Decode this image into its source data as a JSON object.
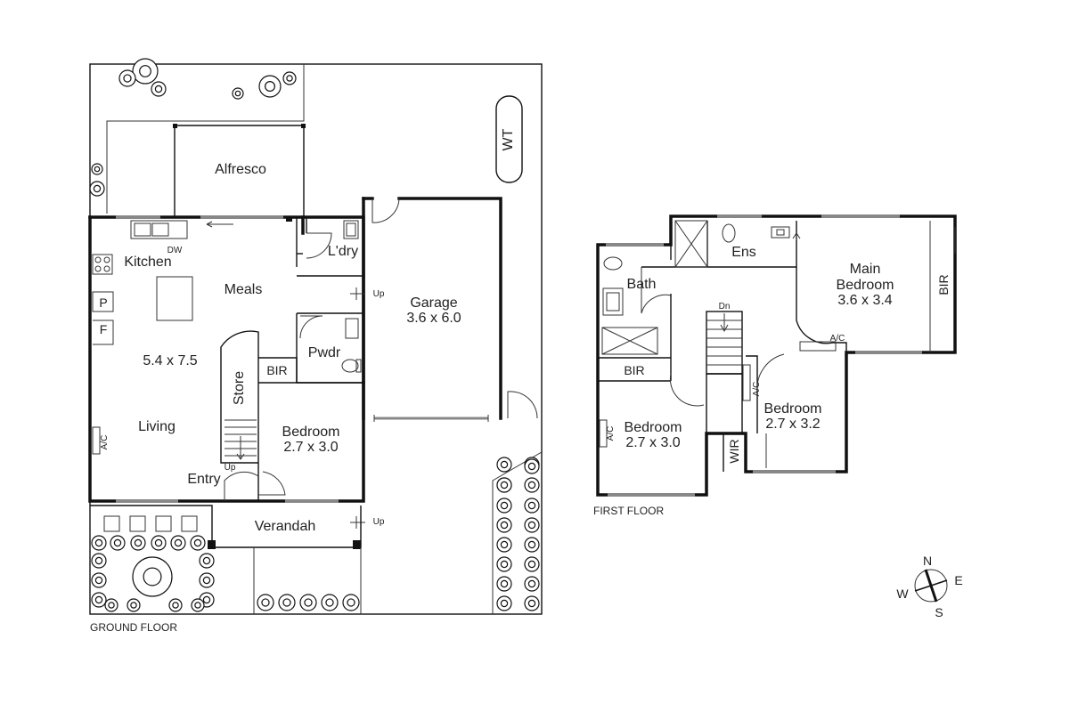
{
  "ground_floor": {
    "caption": "GROUND FLOOR",
    "rooms": {
      "alfresco": "Alfresco",
      "kitchen": "Kitchen",
      "dw": "DW",
      "meals": "Meals",
      "pantry": "P",
      "fridge": "F",
      "living_dim": "5.4 x 7.5",
      "living": "Living",
      "ac": "A/C",
      "store": "Store",
      "bir": "BIR",
      "entry": "Entry",
      "up_stair": "Up",
      "laundry": "L'dry",
      "powder": "Pwdr",
      "garage": "Garage",
      "garage_dim": "3.6 x 6.0",
      "up_garage": "Up",
      "bedroom": "Bedroom",
      "bedroom_dim": "2.7 x 3.0",
      "verandah": "Verandah",
      "up_verandah": "Up",
      "water_tank": "WT"
    }
  },
  "first_floor": {
    "caption": "FIRST FLOOR",
    "rooms": {
      "bath": "Bath",
      "ens": "Ens",
      "dn": "Dn",
      "main_bedroom_1": "Main",
      "main_bedroom_2": "Bedroom",
      "main_bedroom_dim": "3.6 x 3.4",
      "bir_main": "BIR",
      "ac_main": "A/C",
      "bir": "BIR",
      "bedroom_w": "Bedroom",
      "bedroom_w_dim": "2.7 x 3.0",
      "ac_w": "A/C",
      "bedroom_e": "Bedroom",
      "bedroom_e_dim": "2.7 x 3.2",
      "ac_e": "A/C",
      "wir": "WIR"
    }
  },
  "compass": {
    "n": "N",
    "e": "E",
    "s": "S",
    "w": "W"
  }
}
